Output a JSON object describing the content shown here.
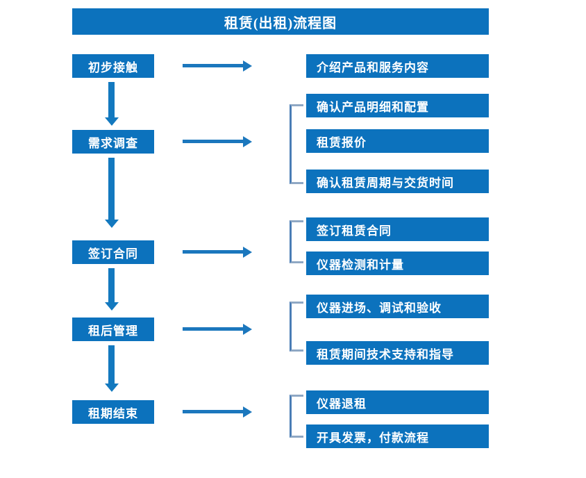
{
  "title": {
    "text": "租赁(出租)流程图"
  },
  "colors": {
    "box_fill": "#0c72bd",
    "box_text": "#ffffff",
    "arrow": "#1b77bd",
    "vertical_arrow": "#1379bf",
    "bracket": "#4a7db5",
    "background": "#ffffff"
  },
  "stages": [
    {
      "label": "初步接触"
    },
    {
      "label": "需求调查"
    },
    {
      "label": "签订合同"
    },
    {
      "label": "租后管理"
    },
    {
      "label": "租期结束"
    }
  ],
  "details": {
    "group1": [
      {
        "label": "介绍产品和服务内容"
      }
    ],
    "group2": [
      {
        "label": "确认产品明细和配置"
      },
      {
        "label": "租赁报价"
      },
      {
        "label": "确认租赁周期与交货时间"
      }
    ],
    "group3": [
      {
        "label": "签订租赁合同"
      },
      {
        "label": "仪器检测和计量"
      }
    ],
    "group4": [
      {
        "label": "仪器进场、调试和验收"
      },
      {
        "label": "租赁期间技术支持和指导"
      }
    ],
    "group5": [
      {
        "label": "仪器退租"
      },
      {
        "label": "开具发票，付款流程"
      }
    ]
  }
}
